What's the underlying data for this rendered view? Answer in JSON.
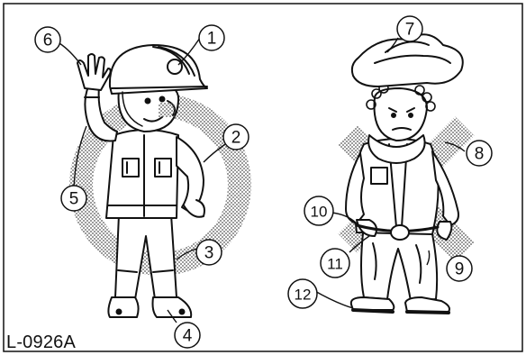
{
  "figure": {
    "caption": "L-0926A",
    "callouts": {
      "c1": "1",
      "c2": "2",
      "c3": "3",
      "c4": "4",
      "c5": "5",
      "c6": "6",
      "c7": "7",
      "c8": "8",
      "c9": "9",
      "c10": "10",
      "c11": "11",
      "c12": "12"
    }
  }
}
